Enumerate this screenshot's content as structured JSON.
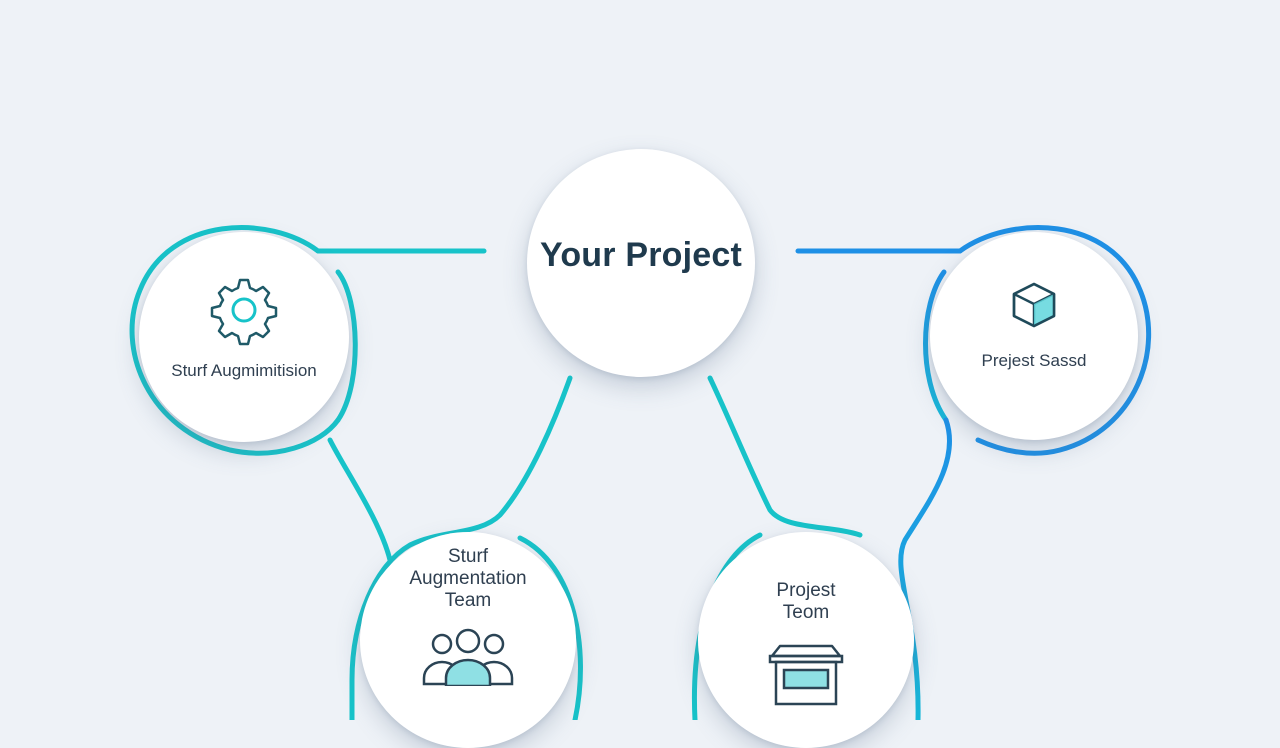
{
  "colors": {
    "background": "#eef2f7",
    "teal": "#17c3c9",
    "blue": "#1e90e6",
    "node_fill": "#ffffff",
    "text_dark": "#1f3a4d"
  },
  "center": {
    "title": "Your Project"
  },
  "nodes": {
    "left": {
      "label": "Sturf Augmimitision",
      "icon": "gear-icon"
    },
    "right": {
      "label": "Prejest Sassd",
      "icon": "cube-icon"
    },
    "bottom_left": {
      "line1": "Sturf",
      "line2": "Augmentation",
      "line3": "Team",
      "icon": "team-icon"
    },
    "bottom_right": {
      "line1": "Projest",
      "line2": "Teom",
      "icon": "storefront-icon"
    }
  }
}
